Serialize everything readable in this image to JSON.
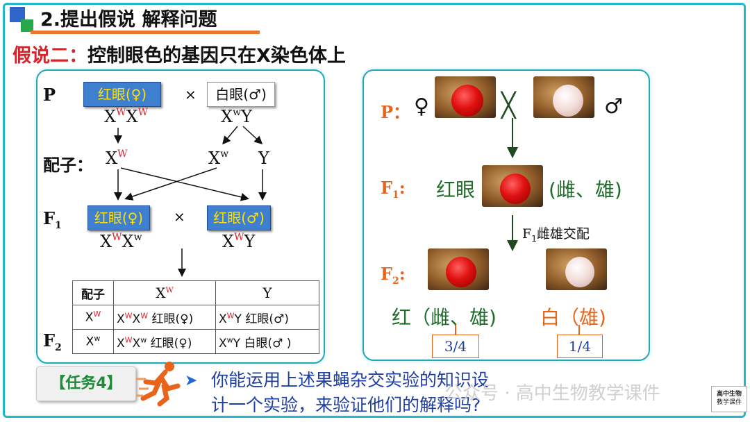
{
  "header": {
    "section_title": "2.提出假说  解释问题",
    "hypothesis_label": "假说二：",
    "hypothesis_text": "控制眼色的基因只在X染色体上"
  },
  "left": {
    "P_label": "P",
    "gamete_label": "配子：",
    "F1_label": "F",
    "F1_sub": "1",
    "F2_label": "F",
    "F2_sub": "2",
    "cross": "×",
    "P_female": "红眼(♀)",
    "P_male": "白眼(♂)",
    "F1_female": "红眼(♀)",
    "F1_male": "红眼(♂)",
    "table": {
      "corner": "配子",
      "col1": "Xᵂ",
      "col2": "Y",
      "row1_head": "Xᵂ",
      "row1_c1": "红眼(♀)",
      "row1_c2": "红眼(♂)",
      "row2_head": "Xʷ",
      "row2_c1": "红眼(♀)",
      "row2_c2": "白眼(♂ )"
    }
  },
  "right": {
    "P_label": "P：",
    "female_symbol": "♀",
    "male_symbol": "♂",
    "cross": "╳",
    "F1_label": "F",
    "F1_sub": "1",
    "F1_text": "红眼",
    "F1_sex": "(雌、雄)",
    "mating": "雌雄交配",
    "mating_F": "F",
    "mating_sub": "1",
    "F2_label": "F",
    "F2_sub": "2",
    "F2_red": "红（雌、雄)",
    "F2_white": "白（雄)",
    "frac_red": "3/4",
    "frac_white": "1/4"
  },
  "task": {
    "label": "【任务4】",
    "question_line1": "你能运用上述果蝇杂交实验的知识设",
    "question_line2": "计一个实验，来验证他们的解释吗?"
  },
  "watermark": {
    "text": "公众号 · 高中生物教学课件",
    "logo_line1": "高中生物",
    "logo_line2": "教学课件"
  },
  "colors": {
    "accent": "#1fb9c9",
    "title_bar": "#e8782a",
    "red_text": "#d8232a",
    "blue_box": "#3f7fd0",
    "yellow_text": "#ffe000",
    "green_text": "#1f6b2a",
    "orange_text": "#e8641a",
    "question_text": "#1f3fa0"
  },
  "icons": [
    "runner-icon",
    "arrow-right-icon",
    "red-eye-fly-icon",
    "white-eye-fly-icon"
  ]
}
